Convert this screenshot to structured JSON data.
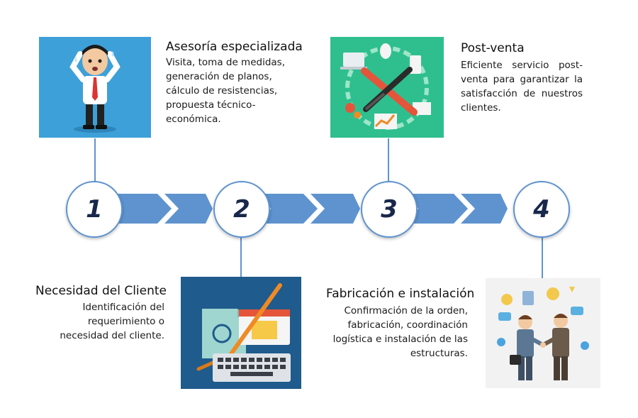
{
  "steps": [
    {
      "number": "1",
      "title": "Necesidad del Cliente",
      "text": "Identificación del requerimiento o necesidad del cliente."
    },
    {
      "number": "2",
      "title": "Asesoría especializada",
      "text": "Visita, toma de medidas, generación de planos, cálculo de resistencias, propuesta técnico-económica."
    },
    {
      "number": "3",
      "title": "Post-venta",
      "text": "Eficiente servicio post-venta para garantizar la satisfacción de nuestros clientes."
    },
    {
      "number": "4",
      "title": "Fabricación e instalación",
      "text": "Confirmación de la orden, fabricación, coordinación logística e instalación de las estructuras."
    }
  ],
  "colors": {
    "arrow": "#5e93cf",
    "arrow_dark": "#4a80c0",
    "number": "#18274a",
    "line": "#5e93cf"
  },
  "images": [
    {
      "icon": "stressed-businessman-icon",
      "background": "#3ea0d8"
    },
    {
      "icon": "design-tools-icon",
      "background": "#1f5b8c"
    },
    {
      "icon": "repair-tools-icon",
      "background": "#2fbf8f"
    },
    {
      "icon": "handshake-icon",
      "background": "#f2f2f2"
    }
  ]
}
